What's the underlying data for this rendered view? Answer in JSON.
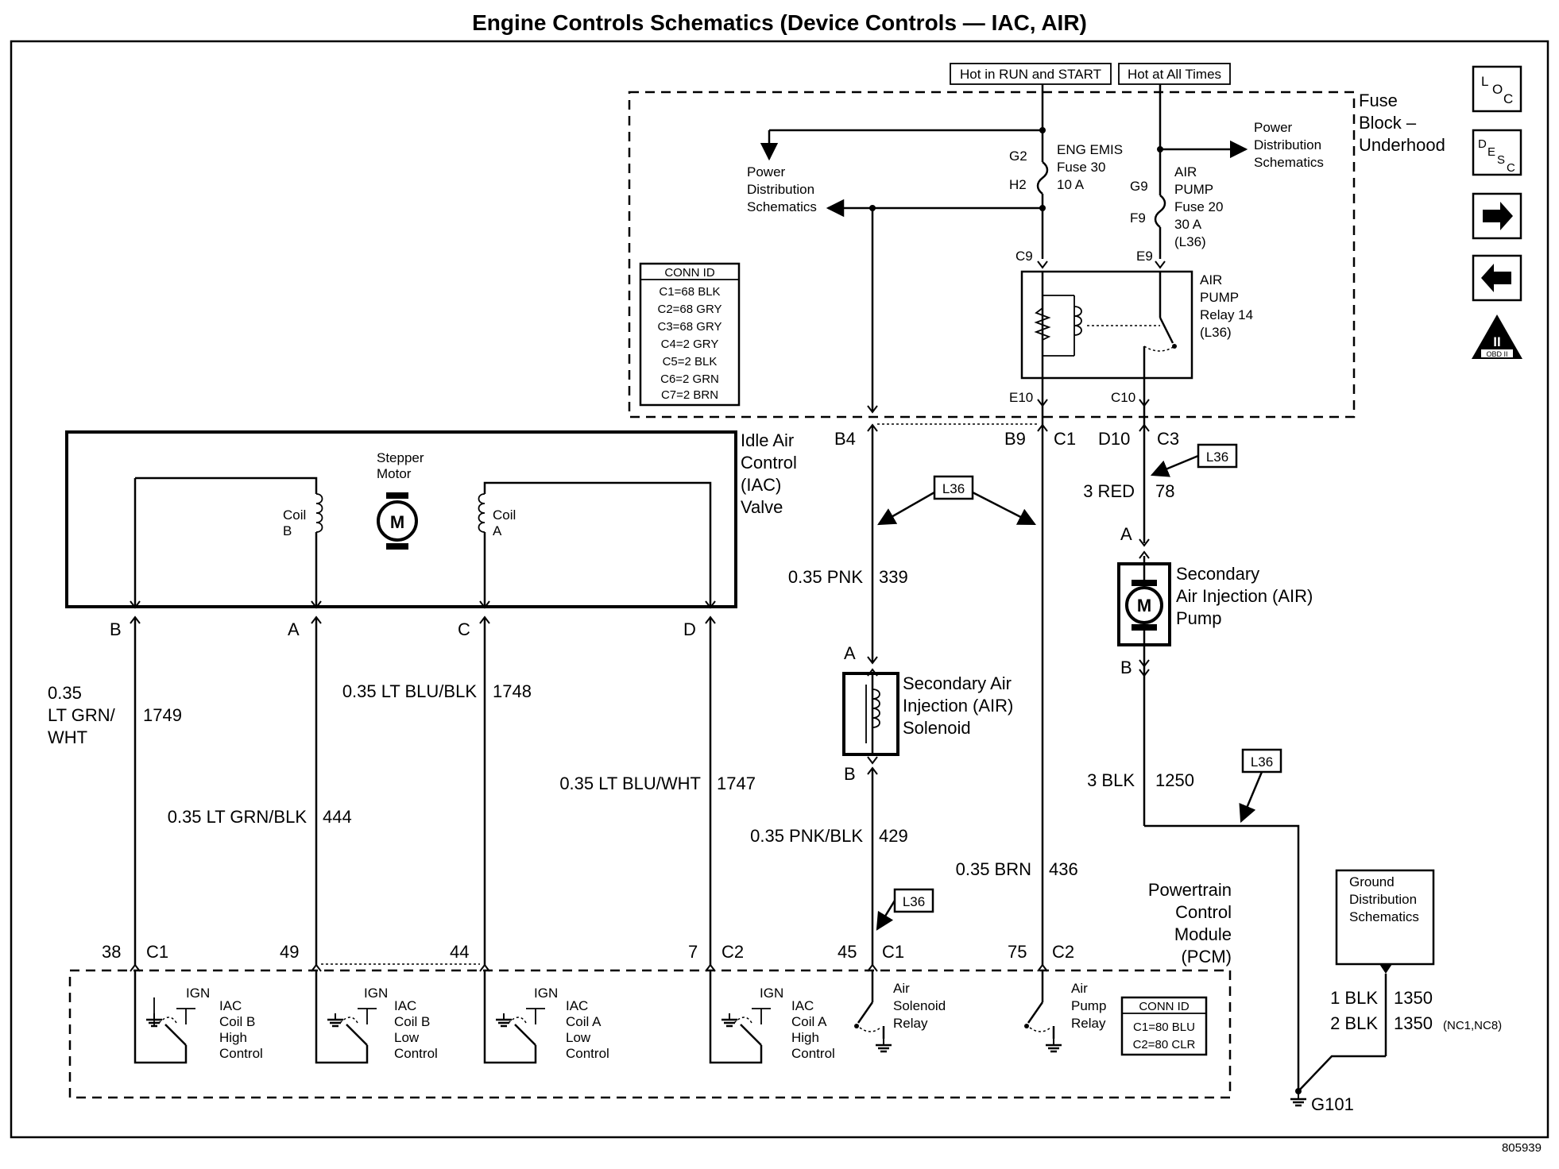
{
  "title": "Engine Controls Schematics (Device Controls — IAC, AIR)",
  "figure_id": "805939",
  "power": {
    "hot_run_start": "Hot in RUN and START",
    "hot_all_times": "Hot at All Times"
  },
  "fuse_block": {
    "label": [
      "Fuse",
      "Block –",
      "Underhood"
    ],
    "eng_emis_fuse": [
      "ENG EMIS",
      "Fuse 30",
      "10 A"
    ],
    "air_pump_fuse": [
      "AIR",
      "PUMP",
      "Fuse 20",
      "30 A",
      "(L36)"
    ],
    "relay": [
      "AIR",
      "PUMP",
      "Relay 14",
      "(L36)"
    ],
    "power_dist_left": [
      "Power",
      "Distribution",
      "Schematics"
    ],
    "power_dist_right": [
      "Power",
      "Distribution",
      "Schematics"
    ],
    "pins": {
      "g2": "G2",
      "h2": "H2",
      "g9": "G9",
      "f9": "F9",
      "c9": "C9",
      "e9": "E9",
      "e10": "E10",
      "c10": "C10"
    },
    "conn_id": {
      "title": "CONN ID",
      "rows": [
        "C1=68 BLK",
        "C2=68 GRY",
        "C3=68 GRY",
        "C4=2 GRY",
        "C5=2 BLK",
        "C6=2 GRN",
        "C7=2 BRN"
      ]
    }
  },
  "nav": {
    "loc": {
      "a": "L",
      "b": "O",
      "c": "C"
    },
    "desc": {
      "a": "D",
      "b": "E",
      "c": "S",
      "d": "C"
    },
    "obd_top": "II",
    "obd_bottom": "OBD II"
  },
  "iac": {
    "label": [
      "Idle Air",
      "Control",
      "(IAC)",
      "Valve"
    ],
    "stepper": [
      "Stepper",
      "Motor"
    ],
    "motor_symbol": "M",
    "coil_b": [
      "Coil",
      "B"
    ],
    "coil_a": [
      "Coil",
      "A"
    ],
    "pins": {
      "b": "B",
      "a": "A",
      "c": "C",
      "d": "D"
    }
  },
  "connectors": {
    "b4": "B4",
    "b9": "B9",
    "c1": "C1",
    "d10": "D10",
    "c3": "C3"
  },
  "option_tag": "L36",
  "wires": {
    "w1749": {
      "size": "0.35",
      "color": [
        "LT GRN/",
        "WHT"
      ],
      "circuit": "1749"
    },
    "w444": {
      "name": "0.35 LT GRN/BLK",
      "circuit": "444"
    },
    "w1748": {
      "name": "0.35 LT BLU/BLK",
      "circuit": "1748"
    },
    "w1747": {
      "name": "0.35 LT BLU/WHT",
      "circuit": "1747"
    },
    "w339": {
      "name": "0.35 PNK",
      "circuit": "339"
    },
    "w429": {
      "name": "0.35 PNK/BLK",
      "circuit": "429"
    },
    "w436": {
      "name": "0.35 BRN",
      "circuit": "436"
    },
    "w78": {
      "name": "3 RED",
      "circuit": "78"
    },
    "w1250": {
      "name": "3 BLK",
      "circuit": "1250"
    },
    "w1350a": {
      "name": "1 BLK",
      "circuit": "1350"
    },
    "w1350b": {
      "name": "2 BLK",
      "circuit": "1350",
      "note": "(NC1,NC8)"
    }
  },
  "solenoid": {
    "label": [
      "Secondary Air",
      "Injection (AIR)",
      "Solenoid"
    ],
    "pin_a": "A",
    "pin_b": "B"
  },
  "air_pump": {
    "label": [
      "Secondary",
      "Air Injection (AIR)",
      "Pump"
    ],
    "motor_symbol": "M",
    "pin_a": "A",
    "pin_b": "B"
  },
  "pcm": {
    "label": [
      "Powertrain",
      "Control",
      "Module",
      "(PCM)"
    ],
    "pins": {
      "p38": "38",
      "p49": "49",
      "p44": "44",
      "p7": "7",
      "p45": "45",
      "p75": "75"
    },
    "conn": {
      "c1a": "C1",
      "c2a": "C2",
      "c1b": "C1",
      "c2b": "C2"
    },
    "ign": "IGN",
    "drivers": {
      "d1": [
        "IAC",
        "Coil B",
        "High",
        "Control"
      ],
      "d2": [
        "IAC",
        "Coil B",
        "Low",
        "Control"
      ],
      "d3": [
        "IAC",
        "Coil A",
        "Low",
        "Control"
      ],
      "d4": [
        "IAC",
        "Coil A",
        "High",
        "Control"
      ],
      "d5": [
        "Air",
        "Solenoid",
        "Relay"
      ],
      "d6": [
        "Air",
        "Pump",
        "Relay"
      ]
    },
    "conn_id": {
      "title": "CONN ID",
      "rows": [
        "C1=80 BLU",
        "C2=80 CLR"
      ]
    }
  },
  "ground": {
    "label": [
      "Ground",
      "Distribution",
      "Schematics"
    ],
    "g101": "G101"
  }
}
